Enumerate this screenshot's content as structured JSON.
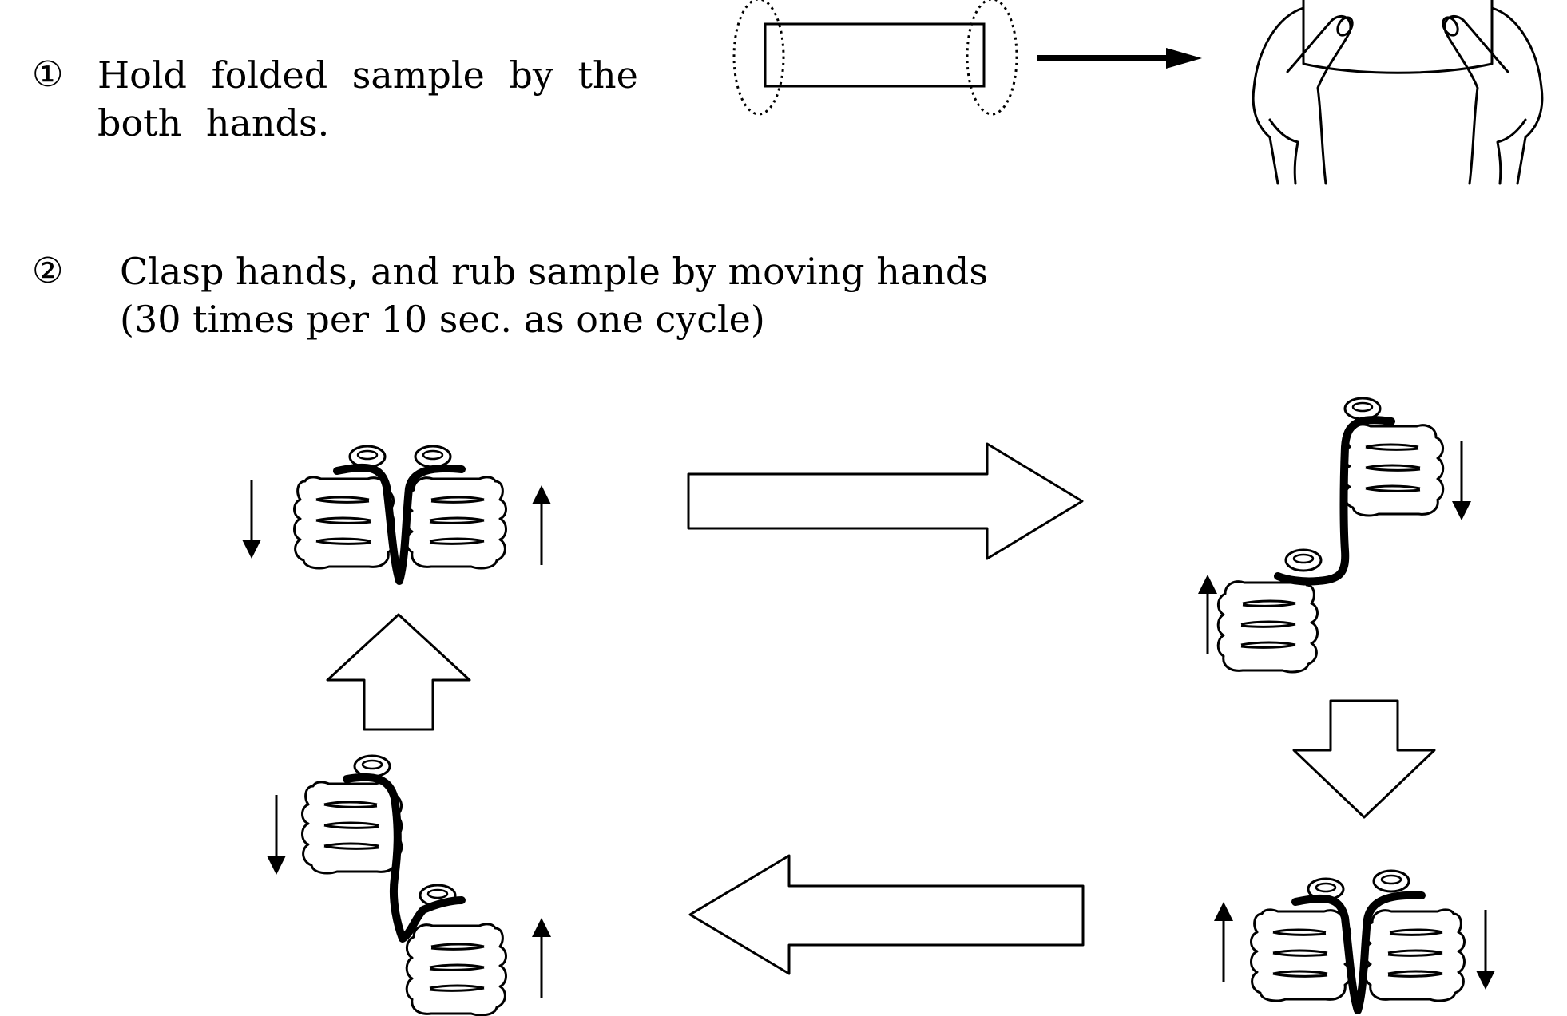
{
  "step1": {
    "number": "①",
    "text": "Hold folded sample by the both hands."
  },
  "step2": {
    "number": "②",
    "line1": "Clasp hands, and rub sample by moving hands",
    "line2": "(30 times per 10 sec. as one cycle)"
  },
  "colors": {
    "stroke": "#000000",
    "background": "#ffffff"
  }
}
